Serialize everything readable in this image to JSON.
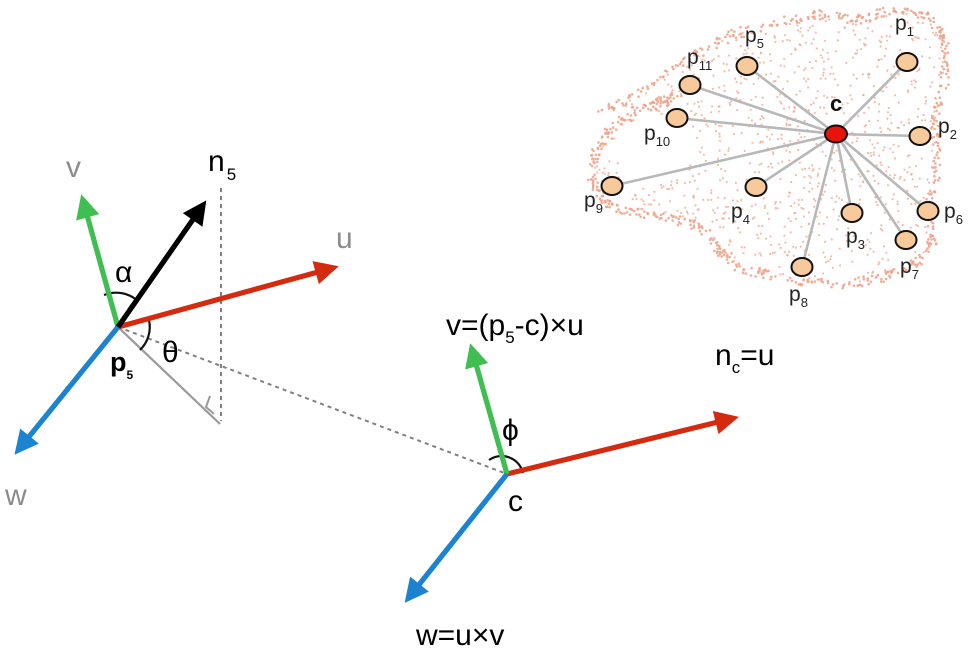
{
  "colors": {
    "u_axis": "#d42a10",
    "v_axis": "#3fbe52",
    "w_axis": "#1b83cf",
    "normal": "#000000",
    "grey_label": "#8c8c8c",
    "cloud_point": "#f0a48c",
    "keypoint_fill": "#f8c99a",
    "centroid_fill": "#e8140c",
    "connector": "#b8b8b8",
    "dashed": "#808080"
  },
  "left_frame": {
    "v_label": "v",
    "u_label": "u",
    "w_label": "w",
    "normal_label": "n",
    "normal_sub": "5",
    "alpha_label": "α",
    "theta_label": "θ",
    "point_label": "p",
    "point_sub": "5"
  },
  "right_frame": {
    "v_def_pre": "v=(p",
    "v_def_sub": "5",
    "v_def_post": "-c)×u",
    "nc_label": "n",
    "nc_sub": "c",
    "nc_post": "=u",
    "phi_label": "ϕ",
    "c_label": "c",
    "w_def": "w=u×v"
  },
  "point_cloud": {
    "centroid_label": "c",
    "keypoints": [
      {
        "label": "p",
        "sub": "1"
      },
      {
        "label": "p",
        "sub": "2"
      },
      {
        "label": "p",
        "sub": "3"
      },
      {
        "label": "p",
        "sub": "4"
      },
      {
        "label": "p",
        "sub": "5"
      },
      {
        "label": "p",
        "sub": "6"
      },
      {
        "label": "p",
        "sub": "7"
      },
      {
        "label": "p",
        "sub": "8"
      },
      {
        "label": "p",
        "sub": "9"
      },
      {
        "label": "p",
        "sub": "10"
      },
      {
        "label": "p",
        "sub": "11"
      }
    ]
  }
}
